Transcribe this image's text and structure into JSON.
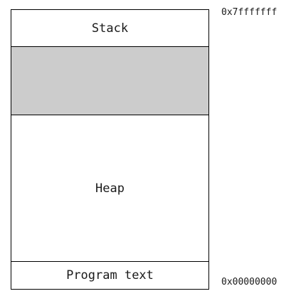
{
  "segments": {
    "stack": "Stack",
    "heap": "Heap",
    "program_text": "Program text"
  },
  "unused_region_color": "#cccccc",
  "addresses": {
    "top": "0x7fffffff",
    "bottom": "0x00000000"
  }
}
